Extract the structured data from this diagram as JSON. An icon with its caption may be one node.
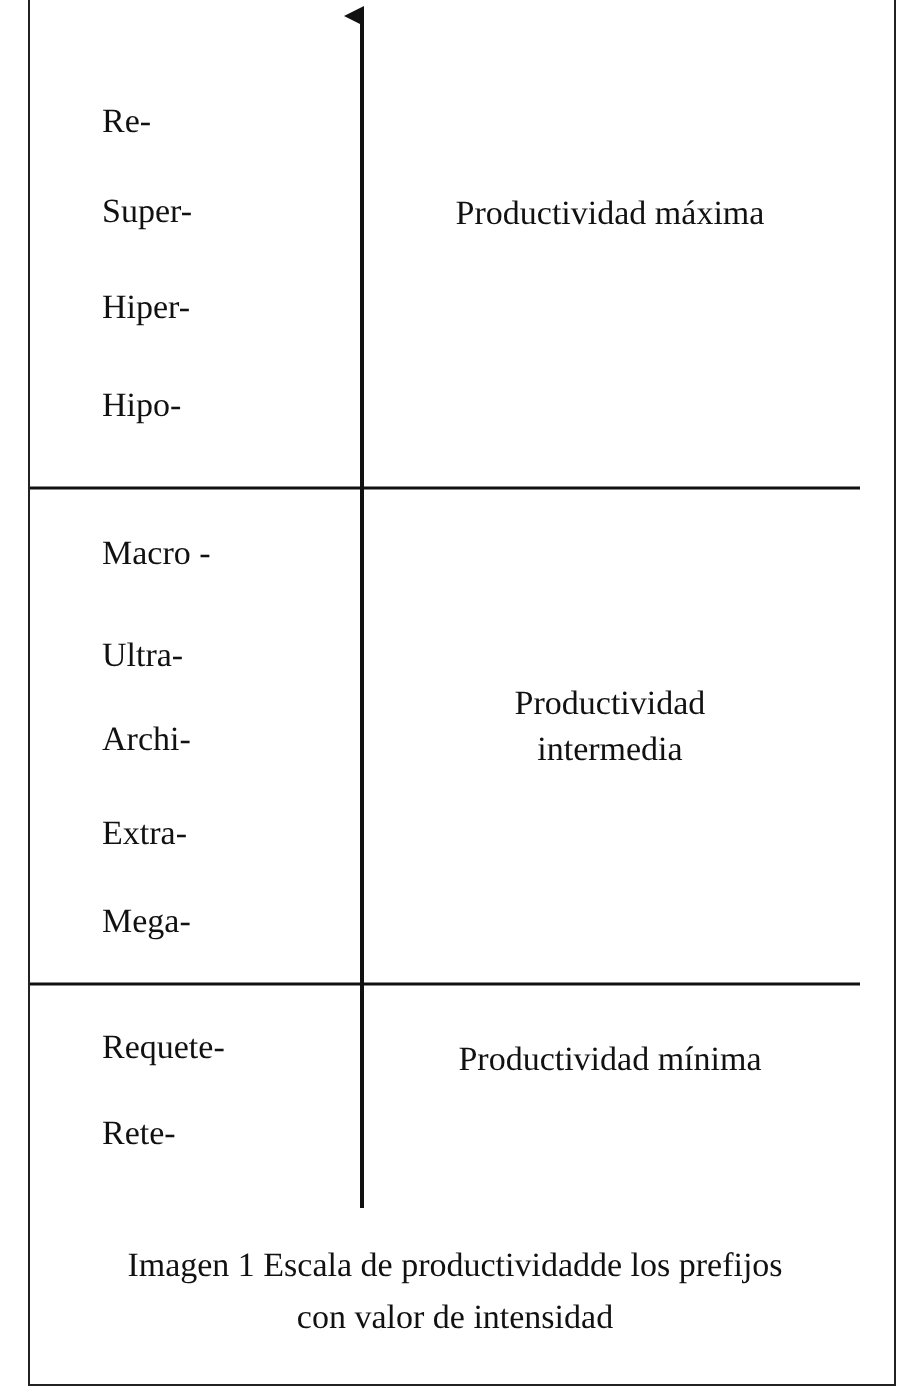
{
  "diagram": {
    "caption": "Imagen 1  Escala de productividadde los prefijos con valor de intensidad",
    "labels": [
      "Re-",
      "Super-",
      "Productividad máxima",
      "Hiper-",
      "Hipo-",
      "Macro -",
      "Ultra-",
      "Archi-",
      "Productividad intermedia",
      "Extra-",
      "Mega-",
      "Requete-",
      "Productividad mínima",
      "Rete-"
    ]
  }
}
